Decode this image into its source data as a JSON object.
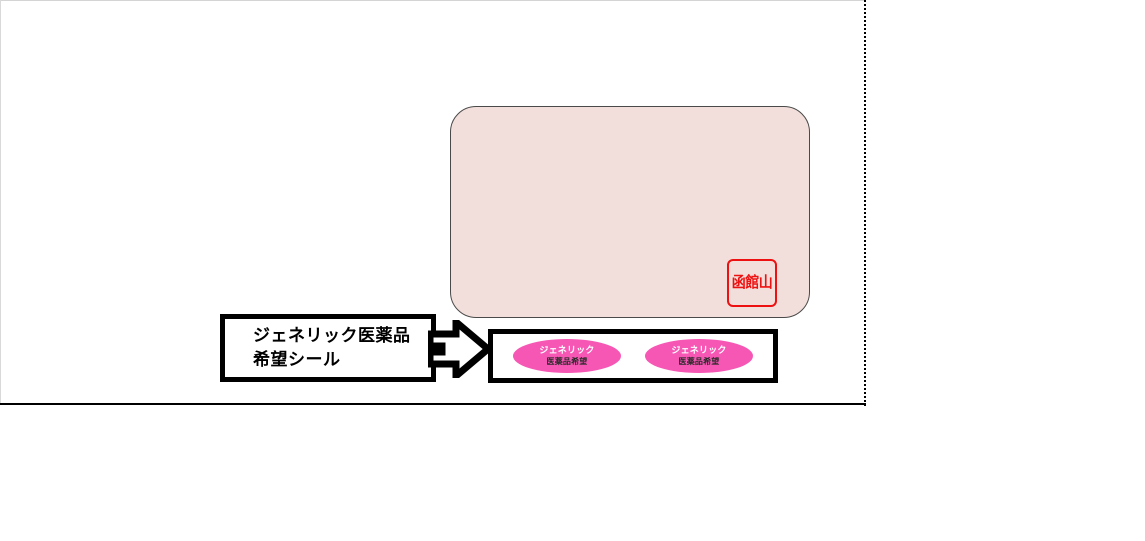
{
  "page": {
    "background_color": "#ffffff",
    "sheet": {
      "right_rule_style": "dotted",
      "bottom_rule_style": "solid"
    }
  },
  "card": {
    "name": "medicine-notebook-cover",
    "fill_color": "#f2deda",
    "border_color": "#4a4a4a",
    "stamp": {
      "text": "函館山",
      "color": "#ee1111"
    }
  },
  "callout": {
    "line1": "ジェネリック医薬品",
    "line2": "希望シール",
    "border_color": "#000000",
    "fill_color": "#ffffff"
  },
  "arrow": {
    "direction": "right",
    "fill_color": "#ffffff",
    "stroke_color": "#000000"
  },
  "sticker_sheet": {
    "border_color": "#000000",
    "fill_color": "#ffffff",
    "sticker_color": "#f657b4",
    "stickers": [
      {
        "top_text": "ジェネリック",
        "bottom_text": "医薬品希望"
      },
      {
        "top_text": "ジェネリック",
        "bottom_text": "医薬品希望"
      }
    ]
  }
}
